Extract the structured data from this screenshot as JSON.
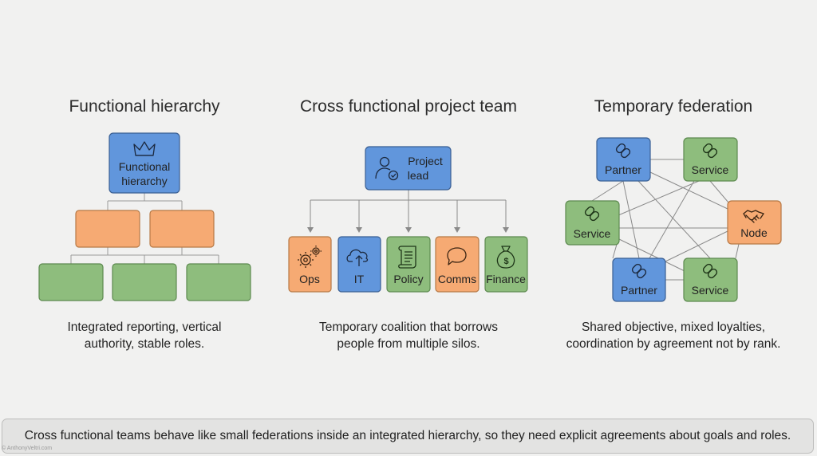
{
  "panels": {
    "hierarchy": {
      "title": "Functional hierarchy",
      "top_box": [
        "Functional",
        "hierarchy"
      ],
      "top_icon": "crown-icon",
      "caption": [
        "Integrated reporting, vertical",
        "authority, stable roles."
      ]
    },
    "cross": {
      "title": "Cross functional project team",
      "lead": [
        "Project",
        "lead"
      ],
      "lead_icon": "person-check-icon",
      "teams": [
        {
          "label": "Ops",
          "icon": "gears-icon",
          "color": "#f6aa73"
        },
        {
          "label": "IT",
          "icon": "cloud-upload-icon",
          "color": "#6196dc"
        },
        {
          "label": "Policy",
          "icon": "scroll-icon",
          "color": "#8ebd7d"
        },
        {
          "label": "Comms",
          "icon": "speech-bubble-icon",
          "color": "#f6aa73"
        },
        {
          "label": "Finance",
          "icon": "money-bag-icon",
          "color": "#8ebd7d"
        }
      ],
      "caption": [
        "Temporary coalition that borrows",
        "people from multiple silos."
      ]
    },
    "federation": {
      "title": "Temporary federation",
      "nodes": [
        {
          "label": "Partner",
          "icon": "link-icon",
          "color": "#6196dc"
        },
        {
          "label": "Service",
          "icon": "link-icon",
          "color": "#8ebd7d"
        },
        {
          "label": "Service",
          "icon": "link-icon",
          "color": "#8ebd7d"
        },
        {
          "label": "Node",
          "icon": "handshake-icon",
          "color": "#f6aa73"
        },
        {
          "label": "Partner",
          "icon": "link-icon",
          "color": "#6196dc"
        },
        {
          "label": "Service",
          "icon": "link-icon",
          "color": "#8ebd7d"
        }
      ],
      "caption": [
        "Shared objective, mixed loyalties,",
        "coordination by agreement not by rank."
      ]
    }
  },
  "colors": {
    "blue": "#6196dc",
    "orange": "#f6aa73",
    "green": "#8ebd7d"
  },
  "footer": "Cross functional teams behave like small federations inside an integrated hierarchy, so they need explicit agreements about goals and roles.",
  "watermark": "© AnthonyVeltri.com"
}
